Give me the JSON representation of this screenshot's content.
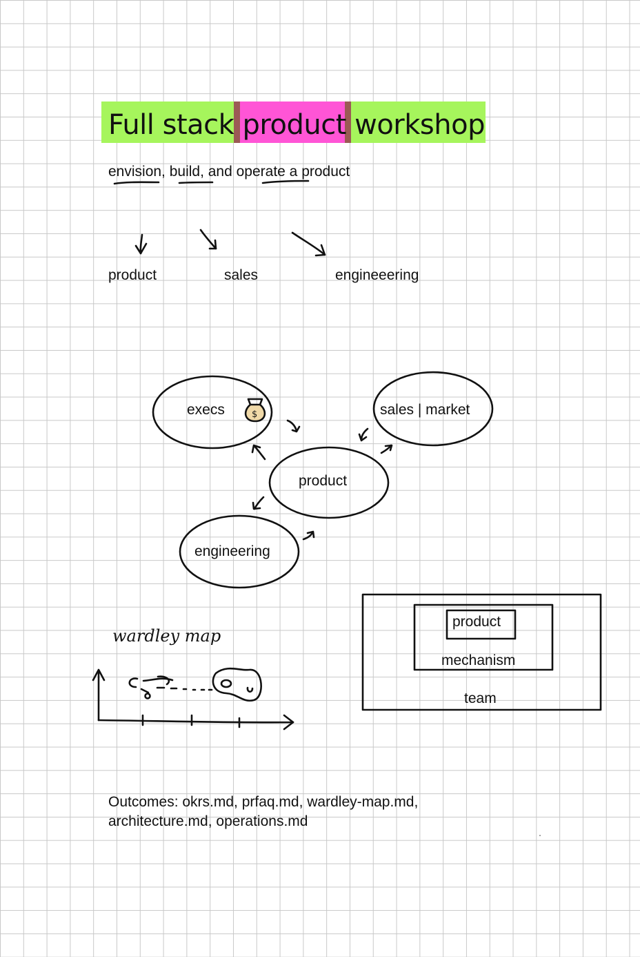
{
  "title": {
    "before": "Full stack ",
    "highlight": "product",
    "after": " workshop",
    "bar_color": "#a6f55c",
    "highlight_color": "#ff55d6"
  },
  "subtitle": "envision, build, and operate a product",
  "pillars": [
    "product",
    "sales",
    "engineeering"
  ],
  "cycle": {
    "execs": "execs",
    "sales_market": "sales | market",
    "product": "product",
    "engineering": "engineering",
    "money_icon": "money-bag-icon"
  },
  "wardley": {
    "title": "wardley map"
  },
  "nested": {
    "inner": "product",
    "middle": "mechanism",
    "outer": "team"
  },
  "outcomes": {
    "line1": "Outcomes: okrs.md, prfaq.md, wardley-map.md,",
    "line2": "architecture.md, operations.md"
  }
}
